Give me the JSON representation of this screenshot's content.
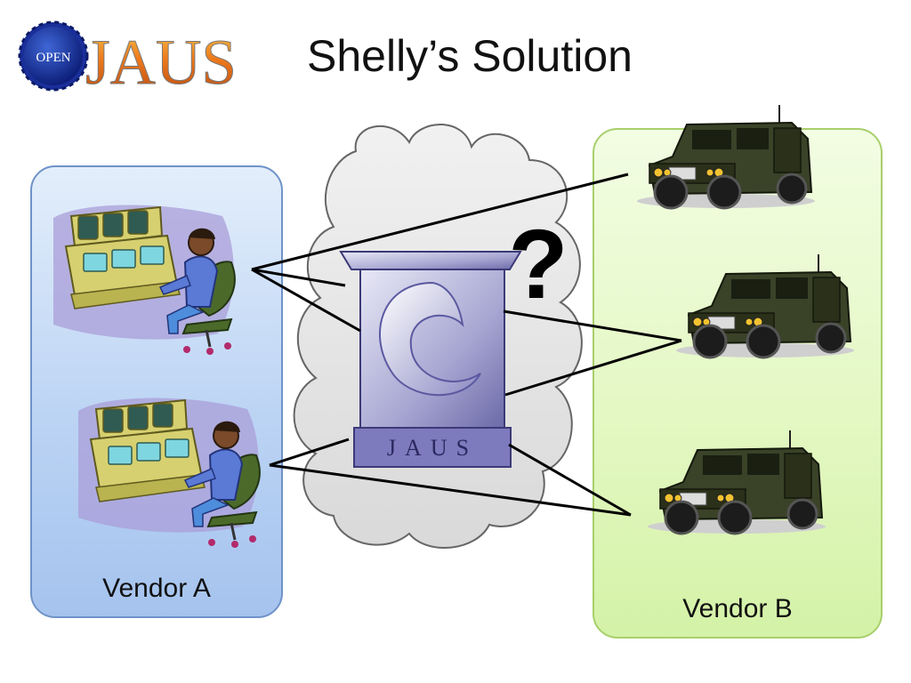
{
  "slide": {
    "title": "Shelly’s Solution",
    "logo": {
      "badge_text": "OPEN",
      "wordmark": "JAUS"
    }
  },
  "diagram": {
    "vendor_a": {
      "label": "Vendor A",
      "operator_count": 2,
      "color": "#bcd4f4"
    },
    "vendor_b": {
      "label": "Vendor B",
      "vehicle_count": 3,
      "color": "#e4f8c4"
    },
    "hub": {
      "monument_text": "JAUS",
      "annotation": "?"
    },
    "links": [
      {
        "from": "operator-1",
        "to": "jaus-hub"
      },
      {
        "from": "operator-1",
        "to": "vehicle-1"
      },
      {
        "from": "operator-2",
        "to": "jaus-hub"
      },
      {
        "from": "operator-2",
        "to": "vehicle-3"
      },
      {
        "from": "jaus-hub",
        "to": "vehicle-2"
      },
      {
        "from": "jaus-hub",
        "to": "vehicle-3"
      }
    ]
  }
}
